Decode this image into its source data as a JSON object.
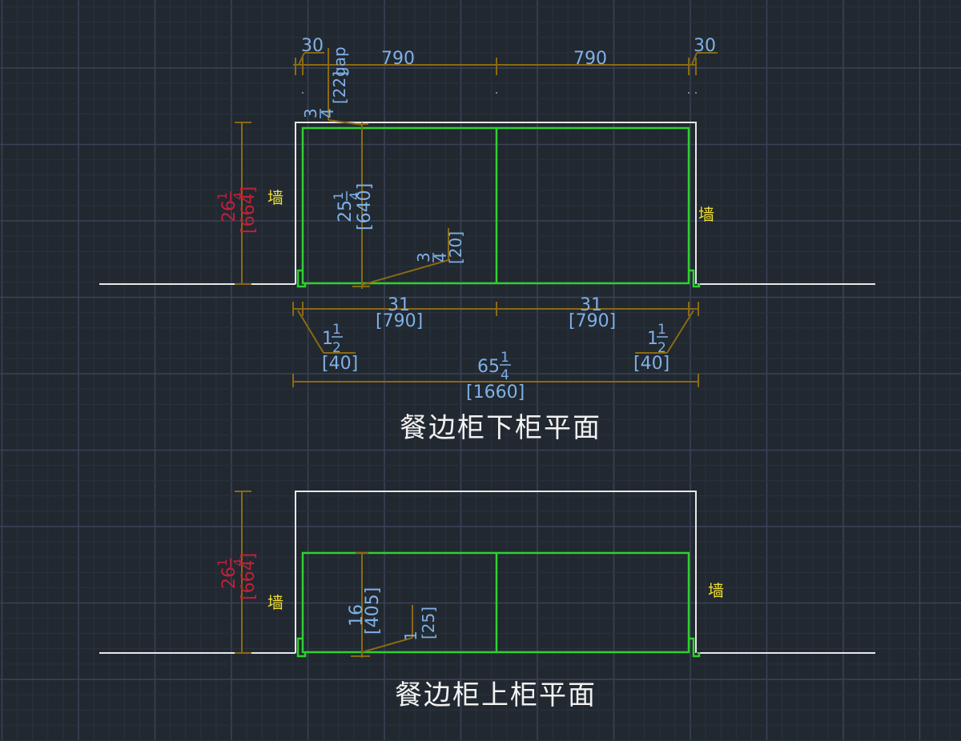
{
  "app": "CAD drawing viewport",
  "colors": {
    "background": "#212830",
    "grid_minor": "#2a3240",
    "grid_major": "#3a4356",
    "wall": "#e8e8e8",
    "cabinet": "#2ed12e",
    "dimension_line": "#8a6a12",
    "dimension_text": "#7fb0e6",
    "height_text": "#c0203a",
    "wall_label": "#f0e030",
    "title": "#f2f2f2"
  },
  "lower_plan": {
    "title": "餐边柜下柜平面",
    "wall_label_left": "墙",
    "wall_label_right": "墙",
    "top_dims": {
      "left_gap": "30",
      "left_bay": "790",
      "right_bay": "790",
      "right_gap": "30"
    },
    "gap_note": {
      "frac_num": "3",
      "frac_den": "4",
      "bracket": "[22]",
      "word": "gap"
    },
    "height_dim": {
      "whole": "26",
      "frac_num": "1",
      "frac_den": "4",
      "bracket": "[664]"
    },
    "depth_dim": {
      "whole": "25",
      "frac_num": "1",
      "frac_den": "4",
      "bracket": "[640]"
    },
    "back_gap": {
      "frac_num": "3",
      "frac_den": "4",
      "bracket": "[20]"
    },
    "bottom_dims": {
      "left_bay_in": "31",
      "left_bay_mm": "[790]",
      "right_bay_in": "31",
      "right_bay_mm": "[790]",
      "left_side": {
        "whole": "1",
        "frac_num": "1",
        "frac_den": "2",
        "bracket": "[40]"
      },
      "right_side": {
        "whole": "1",
        "frac_num": "1",
        "frac_den": "2",
        "bracket": "[40]"
      },
      "overall": {
        "whole": "65",
        "frac_num": "1",
        "frac_den": "4",
        "bracket": "[1660]"
      }
    }
  },
  "upper_plan": {
    "title": "餐边柜上柜平面",
    "wall_label_left": "墙",
    "wall_label_right": "墙",
    "height_dim": {
      "whole": "26",
      "frac_num": "1",
      "frac_den": "4",
      "bracket": "[664]"
    },
    "depth_dim": {
      "whole": "16",
      "bracket": "[405]"
    },
    "back_gap": {
      "whole": "1",
      "bracket": "[25]"
    }
  }
}
